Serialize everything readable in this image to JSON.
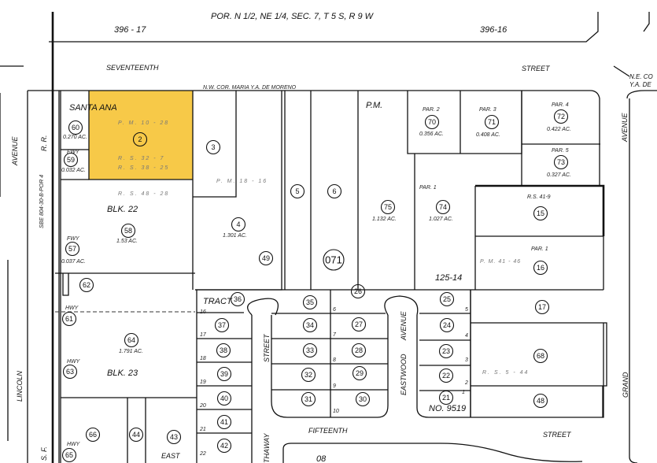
{
  "header": {
    "title": "POR. N 1/2, NE 1/4, SEC. 7, T 5 S, R 9 W",
    "map_left": "396 - 17",
    "map_right": "396-16"
  },
  "highlight_color": "#f7c948",
  "streets": {
    "seventeenth": "SEVENTEENTH",
    "seventeenth_street": "STREET",
    "fifteenth": "FIFTEENTH",
    "fifteenth_street": "STREET",
    "lincoln": "LINCOLN",
    "lincoln_avenue": "AVENUE",
    "grand": "GRAND",
    "grand_avenue": "AVENUE",
    "hathaway": "THAWAY",
    "hathaway_street": "STREET",
    "eastwood": "EASTWOOD",
    "eastwood_avenue": "AVENUE",
    "east": "EAST",
    "rr": "R. R.",
    "sf": "S. F."
  },
  "annotations": {
    "nw_corner": "N.W. COR. MARIA Y.A. DE MORENO",
    "ne_corner_1": "N.E. CO",
    "ne_corner_2": "Y.A. DE",
    "santa_ana": "SANTA ANA",
    "blk22": "BLK. 22",
    "blk23": "BLK. 23",
    "pm_top": "P.M.",
    "tract": "TRACT",
    "tract_no": "NO. 9519",
    "map_125": "125-14",
    "map_08": "08",
    "sbe": "SBE 804-30-B-POR 4",
    "pm_10_28": "P. M. 10 - 28",
    "rs_32_7": "R. S. 32 - 7",
    "rs_38_25": "R. S. 38 - 25",
    "rs_48_28": "R. S. 48 - 28",
    "pm_18_16": "P. M. 18 - 16",
    "rs_41_9": "R.S. 41-9",
    "pm_41_46": "P. M. 41 - 46",
    "rs_5_44": "R. S. 5 - 44",
    "par1_a": "PAR. 1",
    "par2": "PAR. 2",
    "par3": "PAR. 3",
    "par4": "PAR. 4",
    "par5": "PAR. 5",
    "par1_b": "PAR. 1",
    "fwy_1": "FWY",
    "fwy_2": "FWY",
    "hwy_1": "HWY",
    "hwy_2": "HWY",
    "hwy_3": "HWY"
  },
  "acreage": {
    "p60": "0.270 AC.",
    "p59": "0.032 AC.",
    "p58": "1.53 AC.",
    "p4": "1.301 AC.",
    "p75": "1.132 AC.",
    "p74": "1.027 AC.",
    "p70": "0.356 AC.",
    "p71": "0.408 AC.",
    "p72": "0.422 AC.",
    "p73": "0.327 AC.",
    "p57": "0.037 AC.",
    "p64": "1.791 AC."
  },
  "lots": [
    "16",
    "17",
    "18",
    "19",
    "20",
    "21",
    "22",
    "6",
    "7",
    "8",
    "9",
    "10",
    "5",
    "4",
    "3",
    "2",
    "1"
  ],
  "parcels": [
    "60",
    "59",
    "2",
    "3",
    "58",
    "4",
    "5",
    "6",
    "49",
    "071",
    "75",
    "74",
    "70",
    "71",
    "72",
    "73",
    "15",
    "16",
    "17",
    "68",
    "48",
    "57",
    "62",
    "61",
    "64",
    "63",
    "66",
    "44",
    "43",
    "65",
    "36",
    "35",
    "37",
    "34",
    "38",
    "33",
    "39",
    "32",
    "40",
    "31",
    "41",
    "42",
    "26",
    "25",
    "27",
    "24",
    "28",
    "23",
    "29",
    "22",
    "30",
    "21"
  ],
  "selected_parcel": "2"
}
